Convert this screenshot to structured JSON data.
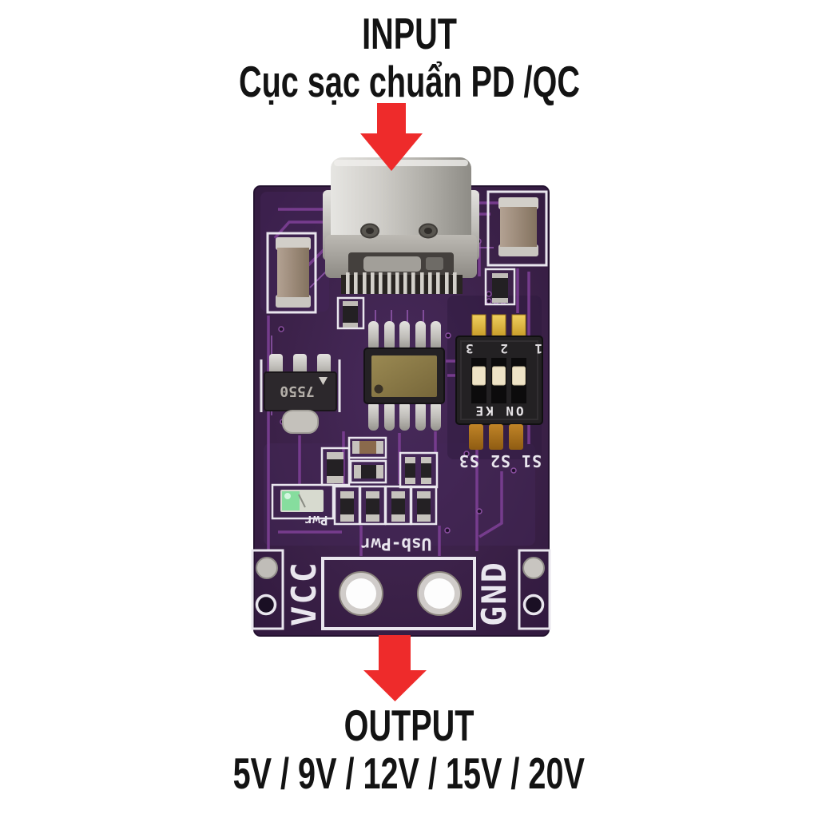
{
  "annotations": {
    "input": {
      "title": "INPUT",
      "subtitle": "Cục sạc chuẩn PD /QC"
    },
    "output": {
      "title": "OUTPUT",
      "subtitle": "5V / 9V / 12V / 15V / 20V"
    },
    "arrow_color": "#ee2b2b"
  },
  "board": {
    "labels": {
      "regulator": "7550",
      "dip_numbers": "1 2 3",
      "dip_on": "ON KE",
      "dip_channels": "S1 S2 S3",
      "led": "Pwr",
      "usb_power": "Usb-Pwr",
      "vcc": "VCC",
      "gnd": "GND"
    },
    "colors": {
      "pcb": "#3b2148",
      "trace": "#7c3f94",
      "silkscreen": "#e9e6ee",
      "gold_pin": "#d2a52f",
      "capacitor": "#9c8a79"
    }
  }
}
